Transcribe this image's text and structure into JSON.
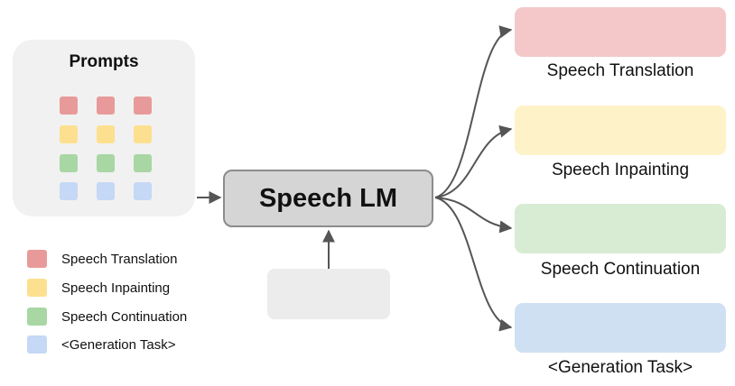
{
  "prompts": {
    "title": "Prompts"
  },
  "model": {
    "label": "Speech LM"
  },
  "colors": {
    "translation": "#e89a9a",
    "inpainting": "#fde08f",
    "continuation": "#a8d7a4",
    "generation": "#c5d8f5",
    "translation_box": "#f4c8c8",
    "inpainting_box": "#fef3c8",
    "continuation_box": "#d8ecd4",
    "generation_box": "#cfe0f3",
    "wave": "#4a4a4a",
    "arrow": "#555555"
  },
  "outputs": [
    {
      "label": "Speech Translation",
      "color_key": "translation_box"
    },
    {
      "label": "Speech Inpainting",
      "color_key": "inpainting_box"
    },
    {
      "label": "Speech Continuation",
      "color_key": "continuation_box"
    },
    {
      "label": "<Generation Task>",
      "color_key": "generation_box"
    }
  ],
  "legend": [
    {
      "label": "Speech Translation",
      "color_key": "translation"
    },
    {
      "label": "Speech Inpainting",
      "color_key": "inpainting"
    },
    {
      "label": "Speech Continuation",
      "color_key": "continuation"
    },
    {
      "label": "<Generation Task>",
      "color_key": "generation"
    }
  ]
}
